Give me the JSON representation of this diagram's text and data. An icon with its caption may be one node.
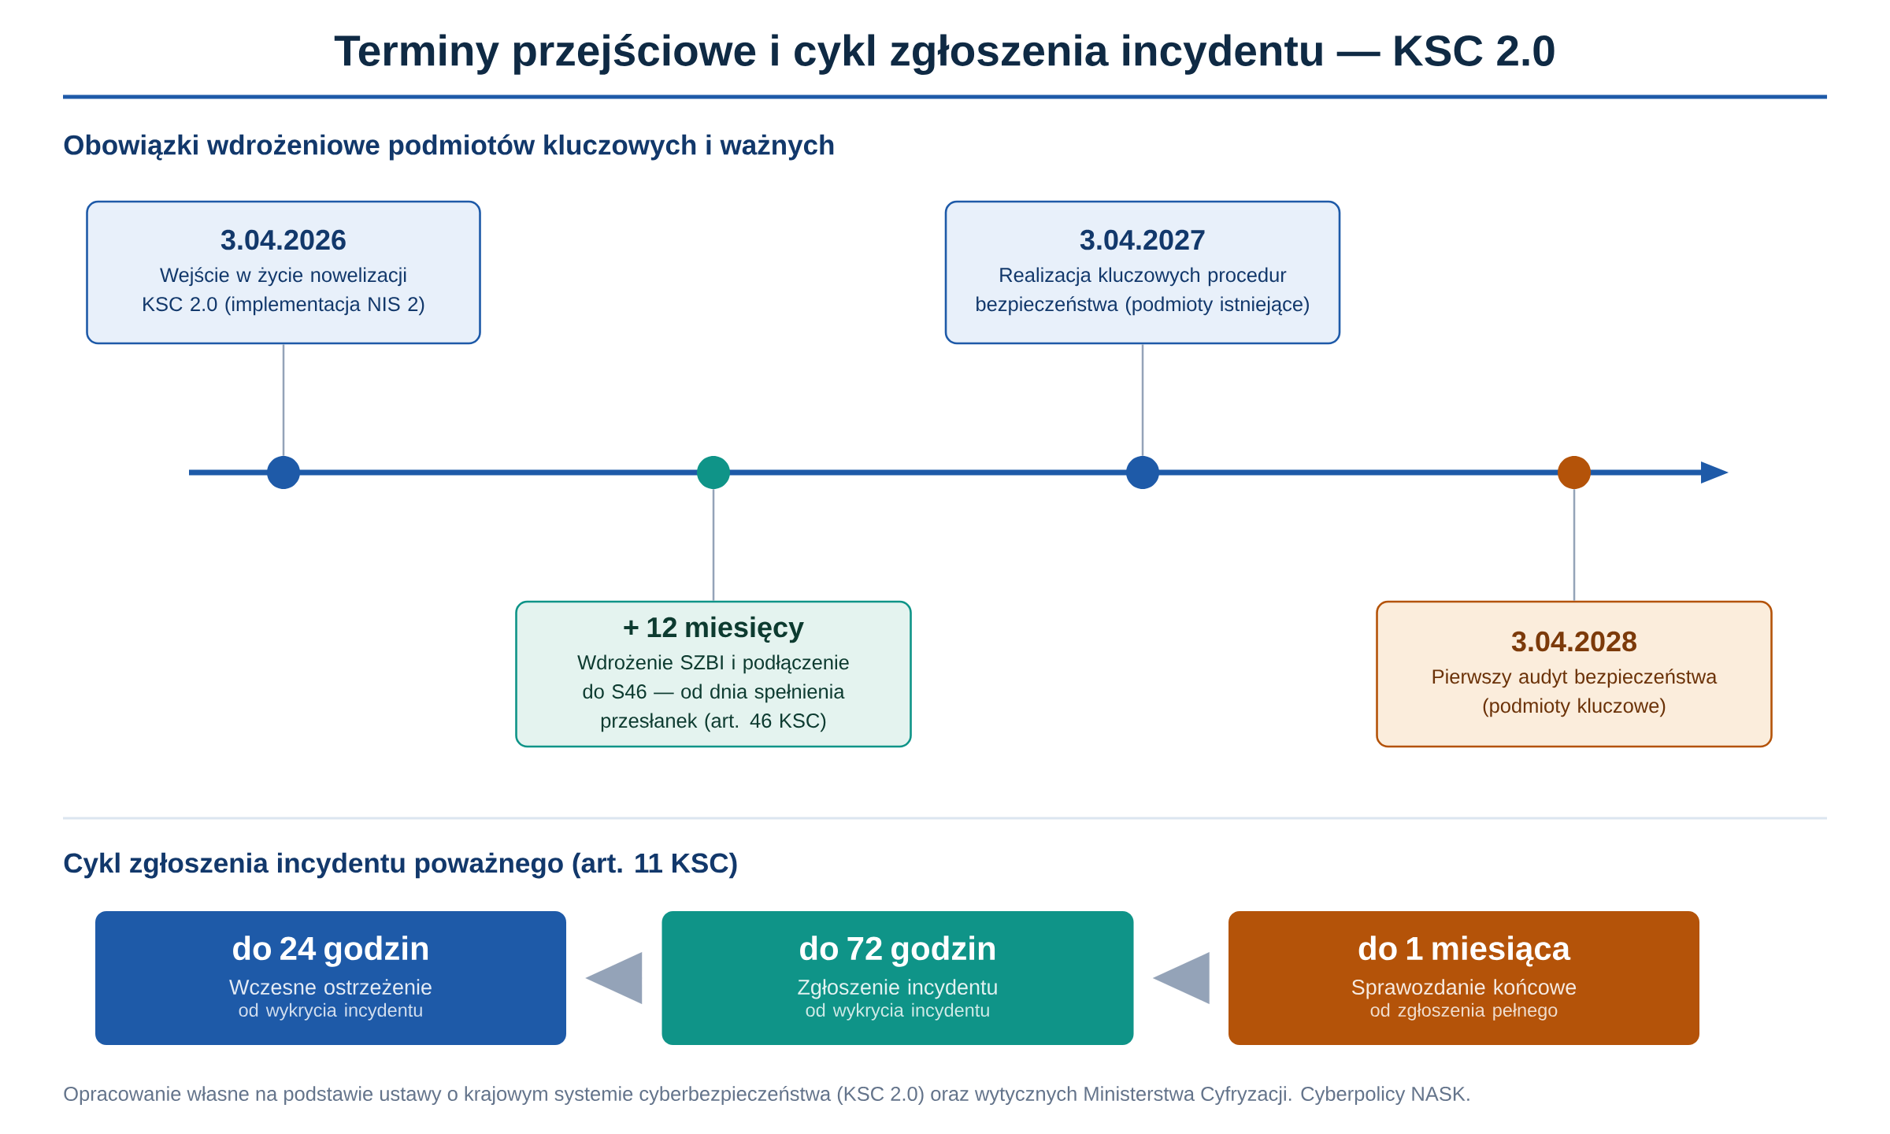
{
  "diagram": {
    "title": "Terminy przejściowe i cykl zgłoszenia incydentu — KSC 2.0",
    "caption": "Opracowanie własne na podstawie ustawy o krajowym systemie cyberbezpieczeństwa (KSC 2.0) oraz wytycznych Ministerstwa Cyfryzacji. Cyberpolicy NASK.",
    "nodes": [
      {
        "text": [
          "3.04.2026",
          "Wejście w życie nowelizacji KSC 2.0 (implementacja NIS 2)"
        ]
      },
      {
        "text": [
          "3.04.2027",
          "Realizacja kluczowych procedur bezpieczeństwa (podmioty istniejące)"
        ]
      },
      {
        "text": [],
        "shape": "circle"
      },
      {
        "text": [],
        "shape": "circle"
      },
      {
        "text": [],
        "shape": "circle"
      },
      {
        "text": [],
        "shape": "circle"
      },
      {
        "text": [
          "+ 12 miesięcy",
          "Wdrożenie SZBI i podłączenie do S46 — od dnia spełnienia przesłanek (art. 46 KSC)"
        ]
      },
      {
        "text": [
          "3.04.2028",
          "Pierwszy audyt bezpieczeństwa (podmioty kluczowe)"
        ]
      },
      {
        "text": [
          "do 24 godzin",
          "Wczesne ostrzeżenie",
          "od wykrycia incydentu"
        ]
      },
      {
        "text": [
          "do 72 godzin",
          "Zgłoszenie incydentu",
          "od wykrycia incydentu"
        ]
      },
      {
        "text": [
          "do 1 miesiąca",
          "Sprawozdanie końcowe",
          "od zgłoszenia pełnego"
        ]
      }
    ],
    "edges": [
      {
        "from": 0,
        "to": 2,
        "arrow": "none"
      },
      {
        "from": 1,
        "to": 4,
        "arrow": "none"
      },
      {
        "from": 3,
        "to": 6,
        "arrow": "none"
      },
      {
        "from": 5,
        "to": 7,
        "arrow": "none"
      },
      {
        "from": 9,
        "to": 8,
        "arrow": "to"
      },
      {
        "from": 10,
        "to": 9,
        "arrow": "to"
      }
    ],
    "labels": [
      "Obowiązki wdrożeniowe podmiotów kluczowych i ważnych",
      "Cykl zgłoszenia incydentu poważnego (art. 11 KSC)"
    ]
  }
}
